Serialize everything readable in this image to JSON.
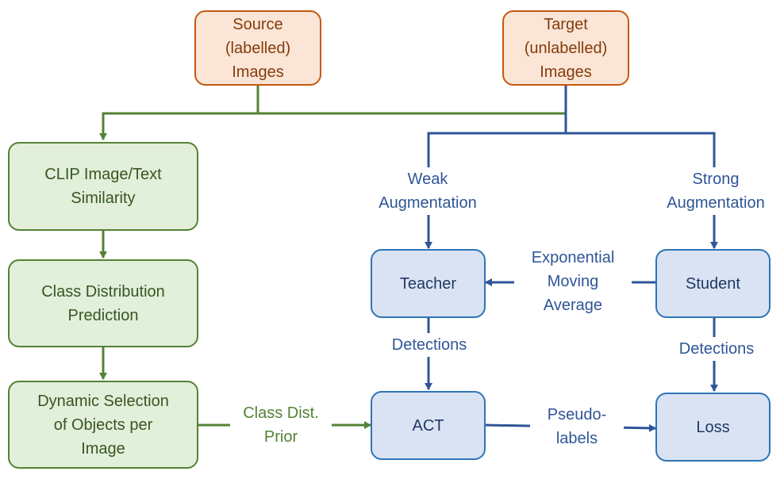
{
  "nodes": {
    "source": "Source\n(labelled)\nImages",
    "target": "Target\n(unlabelled)\nImages",
    "clip": "CLIP Image/Text\nSimilarity",
    "class_dist": "Class Distribution\nPrediction",
    "dynamic": "Dynamic Selection\nof Objects per\nImage",
    "teacher": "Teacher",
    "student": "Student",
    "act": "ACT",
    "loss": "Loss"
  },
  "labels": {
    "weak": "Weak\nAugmentation",
    "strong": "Strong\nAugmentation",
    "ema": "Exponential\nMoving\nAverage",
    "det_teacher": "Detections",
    "det_student": "Detections",
    "prior": "Class Dist.\nPrior",
    "pseudo": "Pseudo-\nlabels"
  },
  "colors": {
    "orange_fill": "#fbe5d6",
    "orange_border": "#c55a11",
    "green_fill": "#e2efda",
    "green_border": "#548235",
    "blue_fill": "#dae3f3",
    "blue_border": "#2e75b6",
    "green_line": "#548235",
    "blue_line": "#2f5597"
  }
}
